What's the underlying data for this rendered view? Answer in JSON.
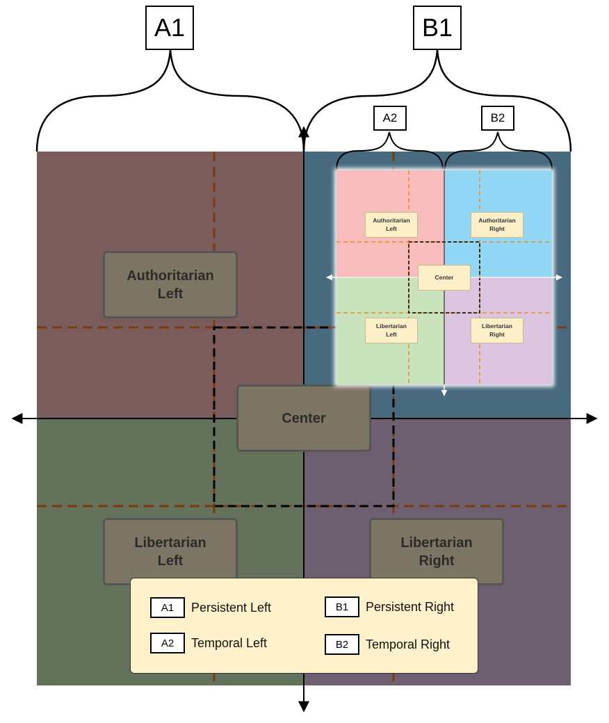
{
  "top_labels": {
    "a1": "A1",
    "b1": "B1"
  },
  "inset_labels": {
    "a2": "A2",
    "b2": "B2"
  },
  "quadrants": {
    "authoritarian_left": "Authoritarian\nLeft",
    "center": "Center",
    "libertarian_left": "Libertarian\nLeft",
    "libertarian_right": "Libertarian\nRight"
  },
  "inset_quadrants": {
    "authoritarian_left": "Authoritarian\nLeft",
    "authoritarian_right": "Authoritarian\nRight",
    "center": "Center",
    "libertarian_left": "Libertarian\nLeft",
    "libertarian_right": "Libertarian\nRight"
  },
  "legend": [
    {
      "key": "A1",
      "text": "Persistent Left"
    },
    {
      "key": "B1",
      "text": "Persistent Right"
    },
    {
      "key": "A2",
      "text": "Temporal Left"
    },
    {
      "key": "B2",
      "text": "Temporal Right"
    }
  ],
  "colors": {
    "authoritarian_left": "#7a5c5c",
    "authoritarian_right": "#476a7e",
    "libertarian_left": "#65725b",
    "libertarian_right": "#6d5f70",
    "inset_authoritarian_left": "#f8bcbd",
    "inset_authoritarian_right": "#92d7f5",
    "inset_libertarian_left": "#c9e3bd",
    "inset_libertarian_right": "#ddc4e0",
    "dashed_brown": "#7a3c0c",
    "dashed_orange": "#e8901c",
    "box_fill": "#7d7564",
    "legend_fill": "#fef1cb"
  }
}
